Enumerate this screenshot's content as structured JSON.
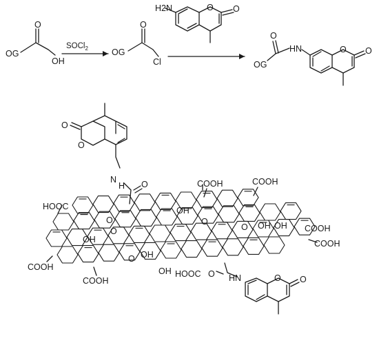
{
  "scheme": {
    "reactant": {
      "og": "OG",
      "o": "O",
      "oh": "OH"
    },
    "reagent1": {
      "prefix": "SOCl",
      "sub": "2"
    },
    "acyl_chloride": {
      "og": "OG",
      "o": "O",
      "cl": "Cl"
    },
    "coumarin_reagent": {
      "nh2": "H2N",
      "o_ring": "O",
      "o_carbonyl": "O"
    },
    "product": {
      "og": "OG",
      "o": "O",
      "hn": "HN",
      "o_ring": "O",
      "o_carbonyl": "O"
    }
  },
  "sheet": {
    "top_coumarin": {
      "o_carbonyl": "O",
      "o_ring": "O"
    },
    "top_amide": {
      "n": "N",
      "h": "H",
      "o": "O"
    },
    "bottom_amide": {
      "o": "O",
      "hn": "HN"
    },
    "bottom_coumarin": {
      "o_ring": "O",
      "o_carbonyl": "O"
    },
    "cooh_labels": [
      "COOH",
      "COOH",
      "HOOC",
      "COOH",
      "COOH",
      "COOH",
      "COOH",
      "HOOC"
    ],
    "oh_labels": [
      "OH",
      "OH",
      "OH",
      "OH",
      "OH",
      "OH"
    ],
    "epoxide_labels": [
      "O",
      "O",
      "O",
      "O",
      "O"
    ]
  }
}
